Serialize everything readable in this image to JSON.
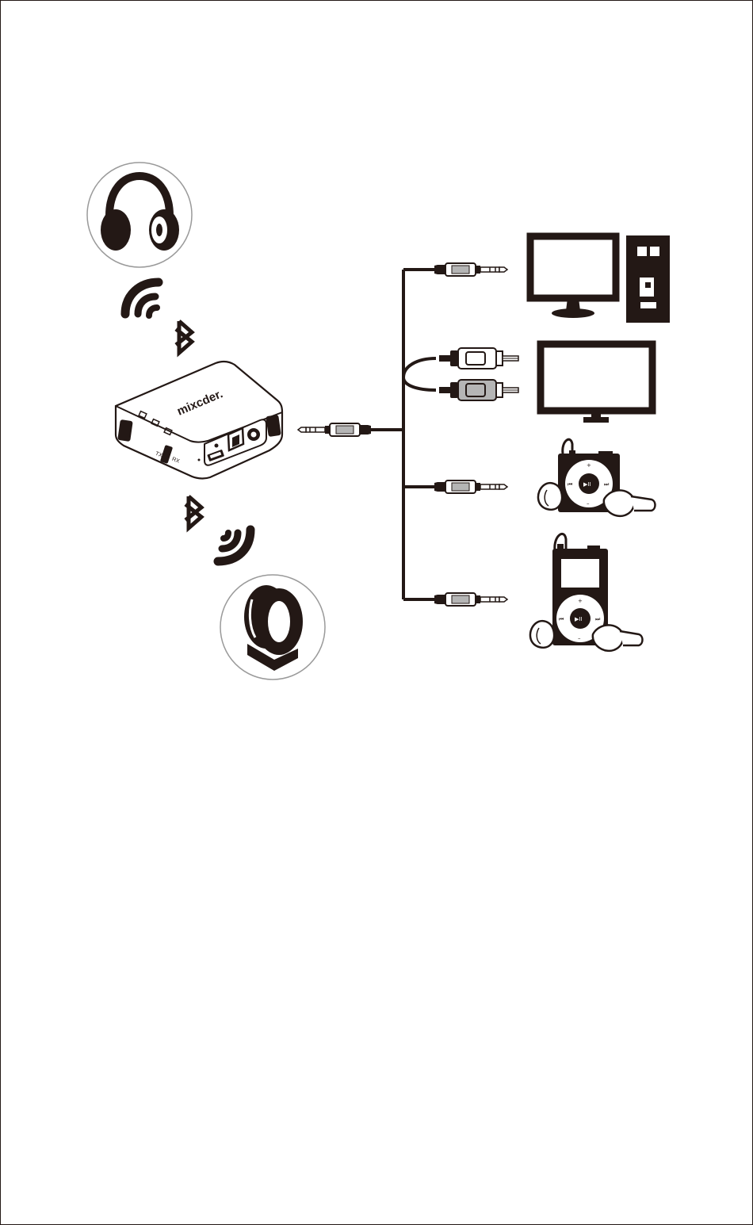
{
  "device": {
    "brand": "mixcder.",
    "tx_label": "TX",
    "rx_label": "RX"
  },
  "players": {
    "plus": "+",
    "minus": "–",
    "play_pause": "▶II",
    "prev": "⏮",
    "next": "⏭"
  },
  "icons": [
    "headphones-icon",
    "bluetooth-icon",
    "wireless-signal-icon",
    "speaker-icon",
    "audio-jack-plug-icon",
    "rca-plug-icon",
    "pc-monitor-icon",
    "pc-tower-icon",
    "tv-icon",
    "mp3-player-icon",
    "earbuds-icon"
  ],
  "colors": {
    "ink": "#231815",
    "plug_grey": "#b5b5b5",
    "circle_stroke": "#9a9a9a"
  }
}
